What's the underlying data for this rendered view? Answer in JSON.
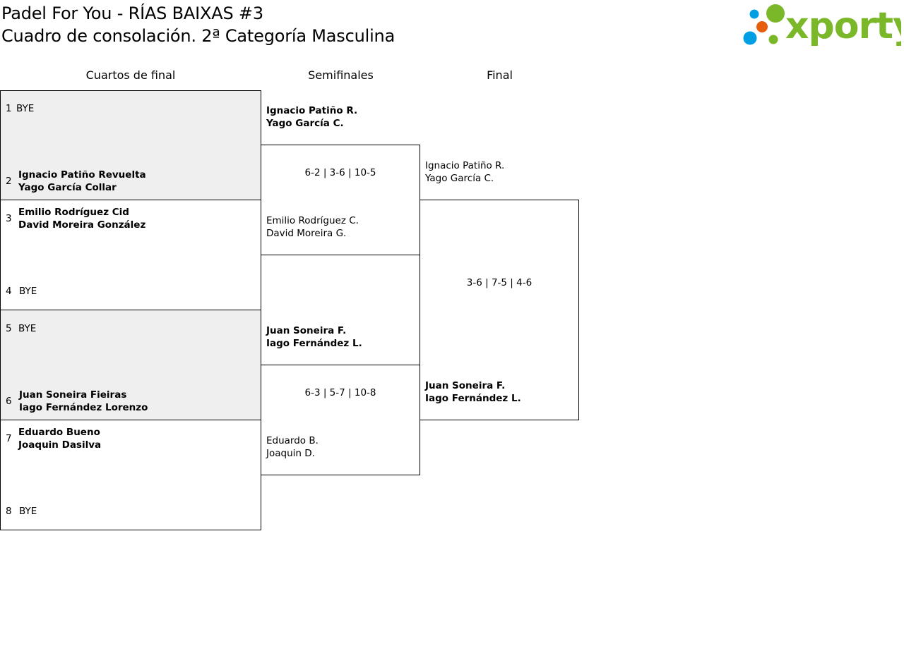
{
  "header": {
    "title_line1": "Padel For You - RÍAS BAIXAS #3",
    "title_line2": "Cuadro de consolación. 2ª Categoría Masculina"
  },
  "logo": {
    "text": "xporty",
    "dot_colors": [
      "#009fe3",
      "#e85d0c",
      "#7ab829"
    ],
    "text_color": "#7ab829"
  },
  "rounds": [
    "Cuartos de final",
    "Semifinales",
    "Final"
  ],
  "quarters": [
    {
      "seed": "1",
      "p1": "BYE",
      "p2": ""
    },
    {
      "seed": "2",
      "p1": "Ignacio Patiño Revuelta",
      "p2": "Yago García Collar"
    },
    {
      "seed": "3",
      "p1": "Emilio Rodríguez Cid",
      "p2": "David Moreira González"
    },
    {
      "seed": "4",
      "p1": "BYE",
      "p2": ""
    },
    {
      "seed": "5",
      "p1": "BYE",
      "p2": ""
    },
    {
      "seed": "6",
      "p1": "Juan Soneira Fieiras",
      "p2": "Iago Fernández Lorenzo"
    },
    {
      "seed": "7",
      "p1": "Eduardo Bueno",
      "p2": "Joaquin Dasilva"
    },
    {
      "seed": "8",
      "p1": "BYE",
      "p2": ""
    }
  ],
  "semis": [
    {
      "top_p1": "Ignacio Patiño R.",
      "top_p2": "Yago García C.",
      "score": "6-2 | 3-6 | 10-5",
      "bot_p1": "Emilio Rodríguez C.",
      "bot_p2": "David Moreira G."
    },
    {
      "top_p1": "Juan Soneira F.",
      "top_p2": "Iago Fernández L.",
      "score": "6-3 | 5-7 | 10-8",
      "bot_p1": "Eduardo B.",
      "bot_p2": "Joaquin D."
    }
  ],
  "final": {
    "top_p1": "Ignacio Patiño R.",
    "top_p2": "Yago García C.",
    "score": "3-6 | 7-5 | 4-6",
    "bot_p1": "Juan Soneira F.",
    "bot_p2": "Iago Fernández L."
  }
}
